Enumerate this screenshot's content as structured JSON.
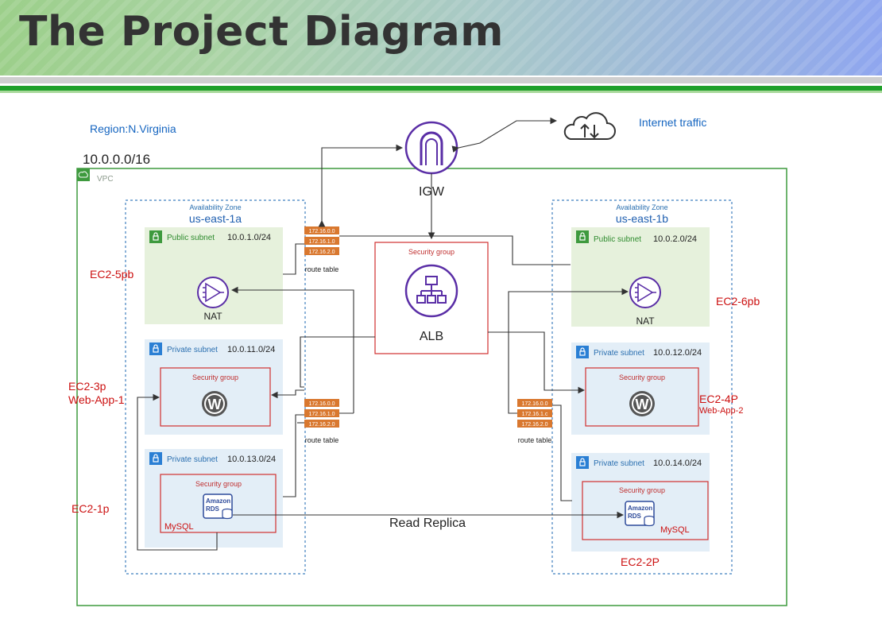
{
  "header": {
    "title": "The Project Diagram"
  },
  "region": "Region:N.Virginia",
  "internet_label": "Internet traffic",
  "vpc": {
    "cidr": "10.0.0.0/16",
    "label": "VPC"
  },
  "igw": {
    "label": "IGW"
  },
  "alb": {
    "label": "ALB",
    "sg_label": "Security group"
  },
  "az_left": {
    "title": "Availability Zone",
    "name": "us-east-1a"
  },
  "az_right": {
    "title": "Availability Zone",
    "name": "us-east-1b"
  },
  "subnets": {
    "pub_left": {
      "label": "Public subnet",
      "cidr": "10.0.1.0/24"
    },
    "pub_right": {
      "label": "Public subnet",
      "cidr": "10.0.2.0/24"
    },
    "priv_left_web": {
      "label": "Private subnet",
      "cidr": "10.0.11.0/24"
    },
    "priv_right_web": {
      "label": "Private subnet",
      "cidr": "10.0.12.0/24"
    },
    "priv_left_db": {
      "label": "Private subnet",
      "cidr": "10.0.13.0/24"
    },
    "priv_right_db": {
      "label": "Private subnet",
      "cidr": "10.0.14.0/24"
    }
  },
  "nat_label": "NAT",
  "sg_label": "Security group",
  "rds": {
    "line1": "Amazon",
    "line2": "RDS",
    "engine": "MySQL"
  },
  "route_table": {
    "label": "route table",
    "entries": [
      "172.16.0.0",
      "172.16.1.0",
      "172.16.2.0"
    ],
    "entries_right": [
      "172.16.0.0",
      "172.16.1.c",
      "172.16.2.0"
    ]
  },
  "read_replica": "Read Replica",
  "ec2": {
    "pb5": "EC2-5pb",
    "pb6": "EC2-6pb",
    "p3": "EC2-3p",
    "web1": "Web-App-1",
    "p4": "EC2-4P",
    "web2": "Web-App-2",
    "p1": "EC2-1p",
    "p2": "EC2-2P"
  },
  "colors": {
    "aws_purple": "#5a2ea6",
    "subnet_green": "#2e8b2e",
    "subnet_blue": "#2a7fd4",
    "sg_red": "#d03030",
    "label_red": "#cc1111",
    "label_blue": "#1565c0",
    "route_orange": "#d9782f"
  }
}
